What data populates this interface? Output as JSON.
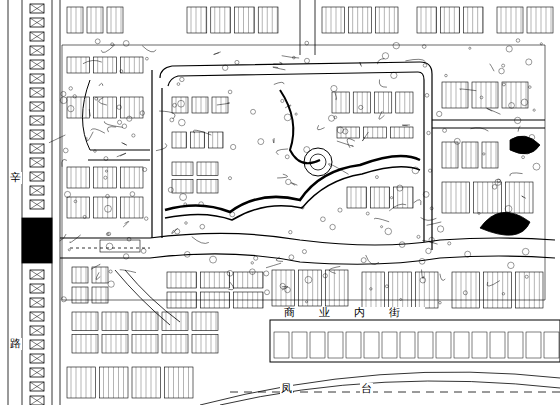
{
  "diagram": {
    "labels": [
      "辛",
      "路",
      "商业内街",
      "凤",
      "台"
    ]
  }
}
